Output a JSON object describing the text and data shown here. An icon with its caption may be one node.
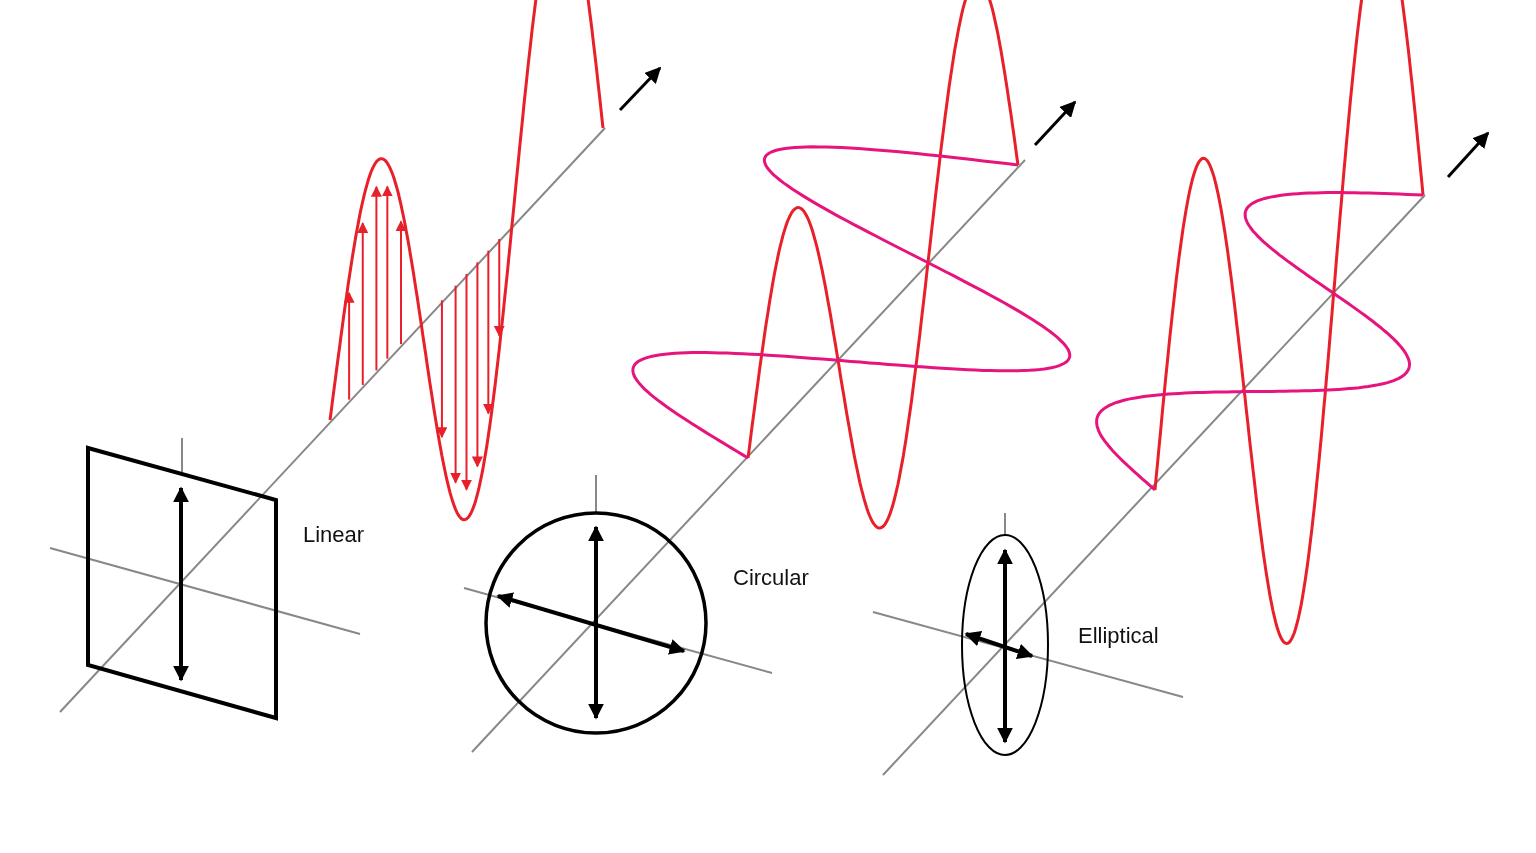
{
  "diagram": {
    "labels": [
      "Linear",
      "Circular",
      "Elliptical"
    ]
  }
}
